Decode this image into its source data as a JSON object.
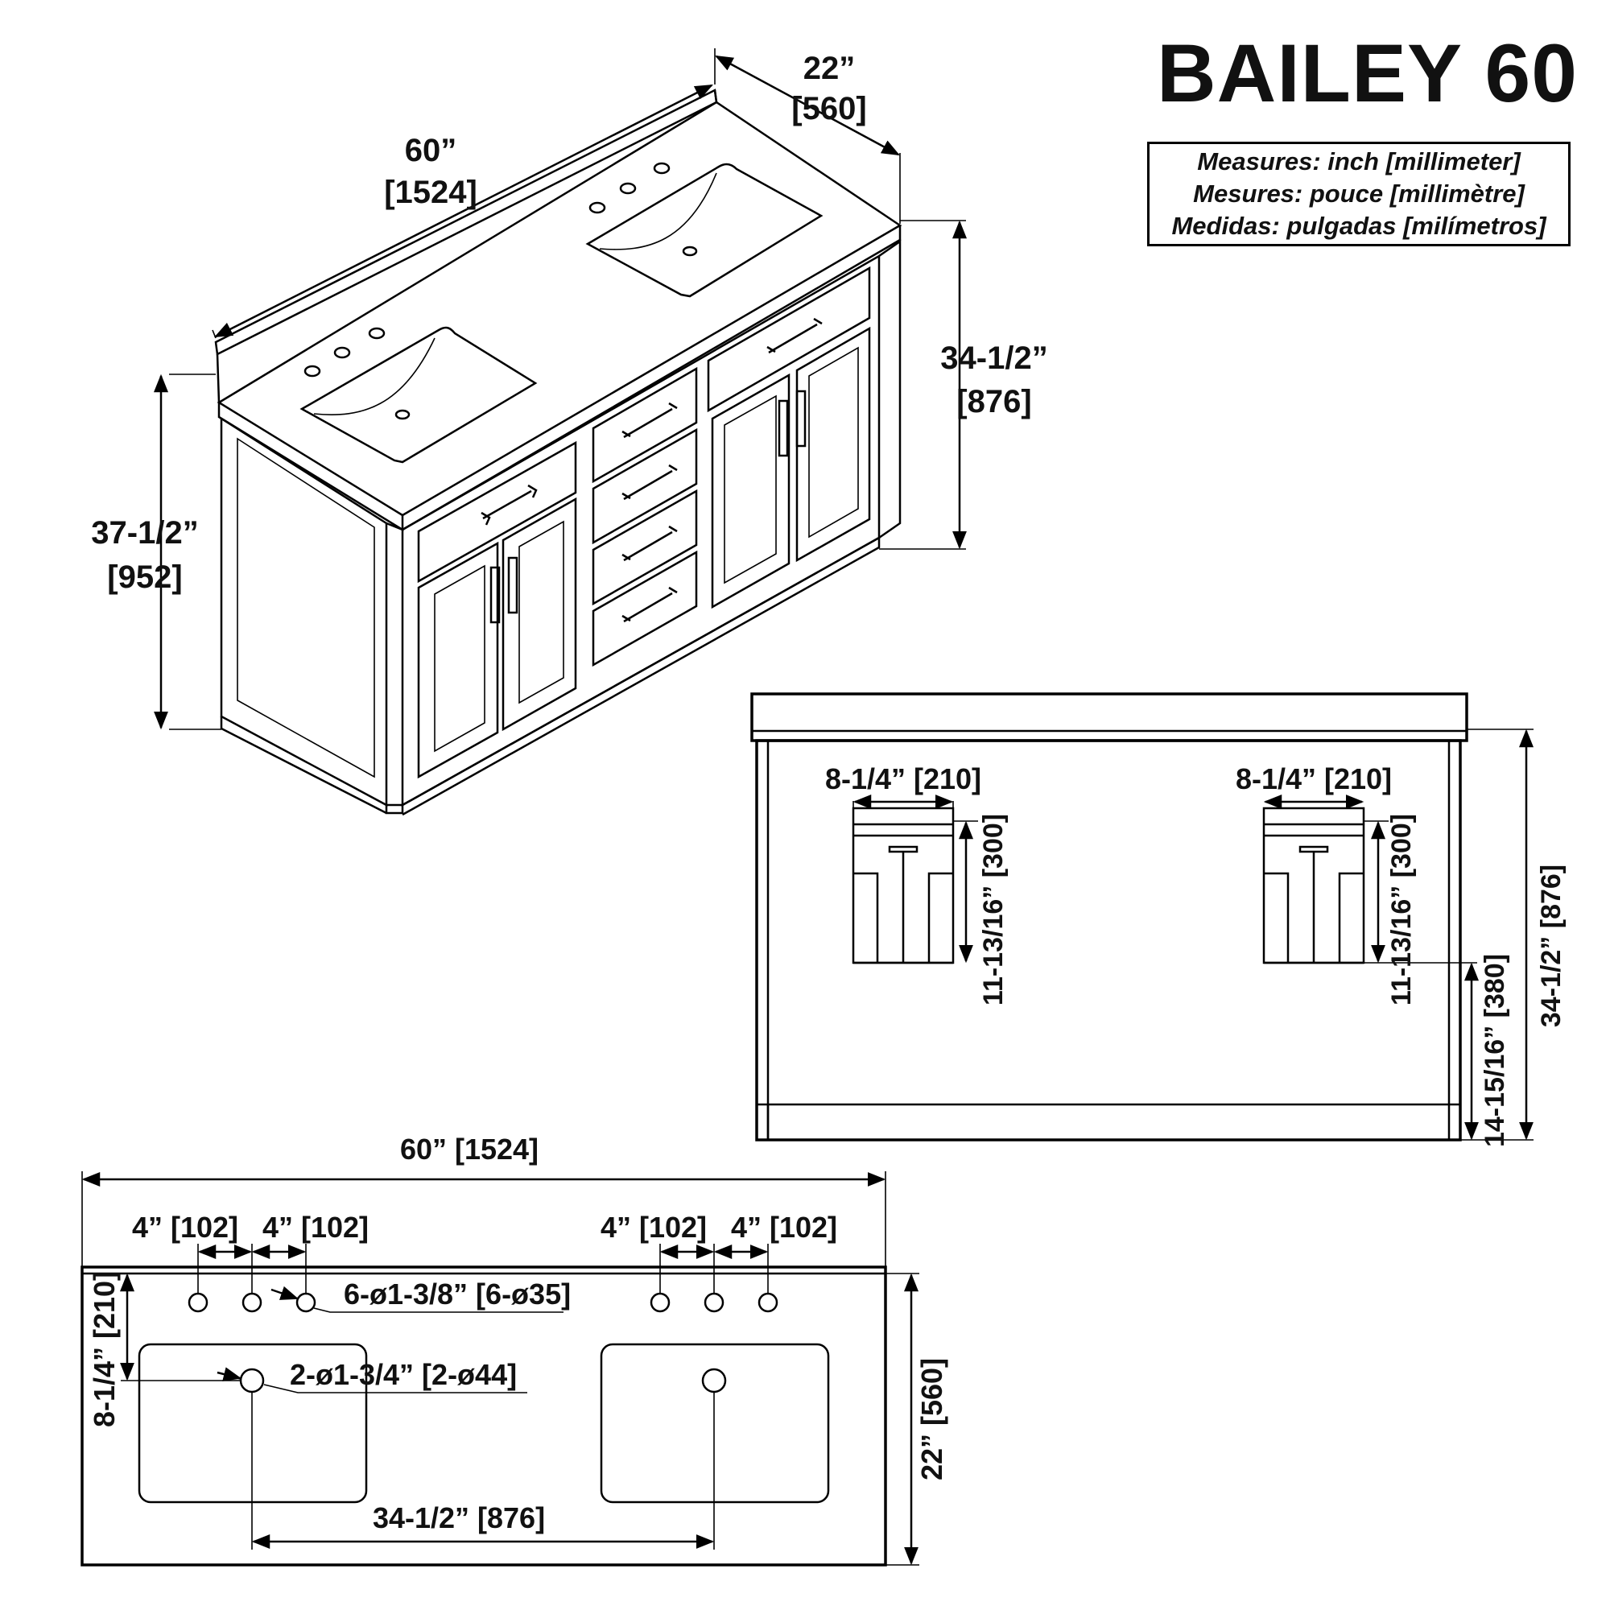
{
  "title": "BAILEY 60",
  "legend": [
    "Measures: inch [millimeter]",
    "Mesures: pouce [millimètre]",
    "Medidas: pulgadas [milímetros]"
  ],
  "iso": {
    "depth_in": "22”",
    "depth_mm": "[560]",
    "width_in": "60”",
    "width_mm": "[1524]",
    "height_in": "37-1/2”",
    "height_mm": "[952]",
    "cabinet_in": "34-1/2”",
    "cabinet_mm": "[876]"
  },
  "back": {
    "plumb_left_width": "8-1/4” [210]",
    "plumb_right_width": "8-1/4” [210]",
    "plumb_left_height": "11-13/16” [300]",
    "plumb_right_height": "11-13/16” [300]",
    "floor_gap": "14-15/16” [380]",
    "overall_height": "34-1/2” [876]"
  },
  "top": {
    "width": "60” [1524]",
    "spacing_1": "4” [102]",
    "spacing_2": "4” [102]",
    "spacing_3": "4” [102]",
    "spacing_4": "4” [102]",
    "faucet_holes": "6-ø1-3/8” [6-ø35]",
    "drain_holes": "2-ø1-3/4” [2-ø44]",
    "drain_offset": "8-1/4” [210]",
    "drain_spacing": "34-1/2” [876]",
    "depth": "22” [560]"
  }
}
